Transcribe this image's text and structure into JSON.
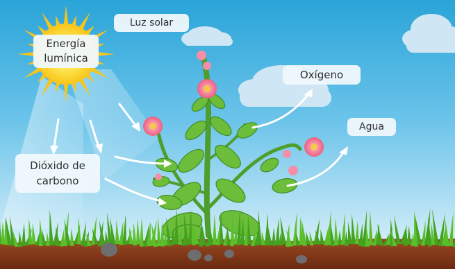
{
  "labels": {
    "energia": [
      "Energía",
      "lumínica"
    ],
    "luz_solar": "Luz solar",
    "oxigeno": "Oxígeno",
    "agua": "Agua",
    "dioxido": [
      "Dióxido de",
      "carbono"
    ]
  },
  "colors": {
    "sky_top": "#2aa4d8",
    "sky_bottom": "#e9f6fb",
    "sun": "#fde046",
    "sun_rays": "#f8c51a",
    "leaf": "#6cbd3a",
    "leaf_dark": "#3f8c24",
    "stem": "#4e9e2d",
    "flower": "#f06f8f",
    "flower_center": "#f7c64a",
    "soil": "#8a3c1c",
    "grass": "#5bbf2a",
    "cloud": "#cfe7f4",
    "arrow": "#ffffff"
  },
  "icons": [
    "sun-icon",
    "cloud-icon",
    "plant-icon",
    "flower-icon",
    "arrow-icon",
    "stone-icon"
  ]
}
